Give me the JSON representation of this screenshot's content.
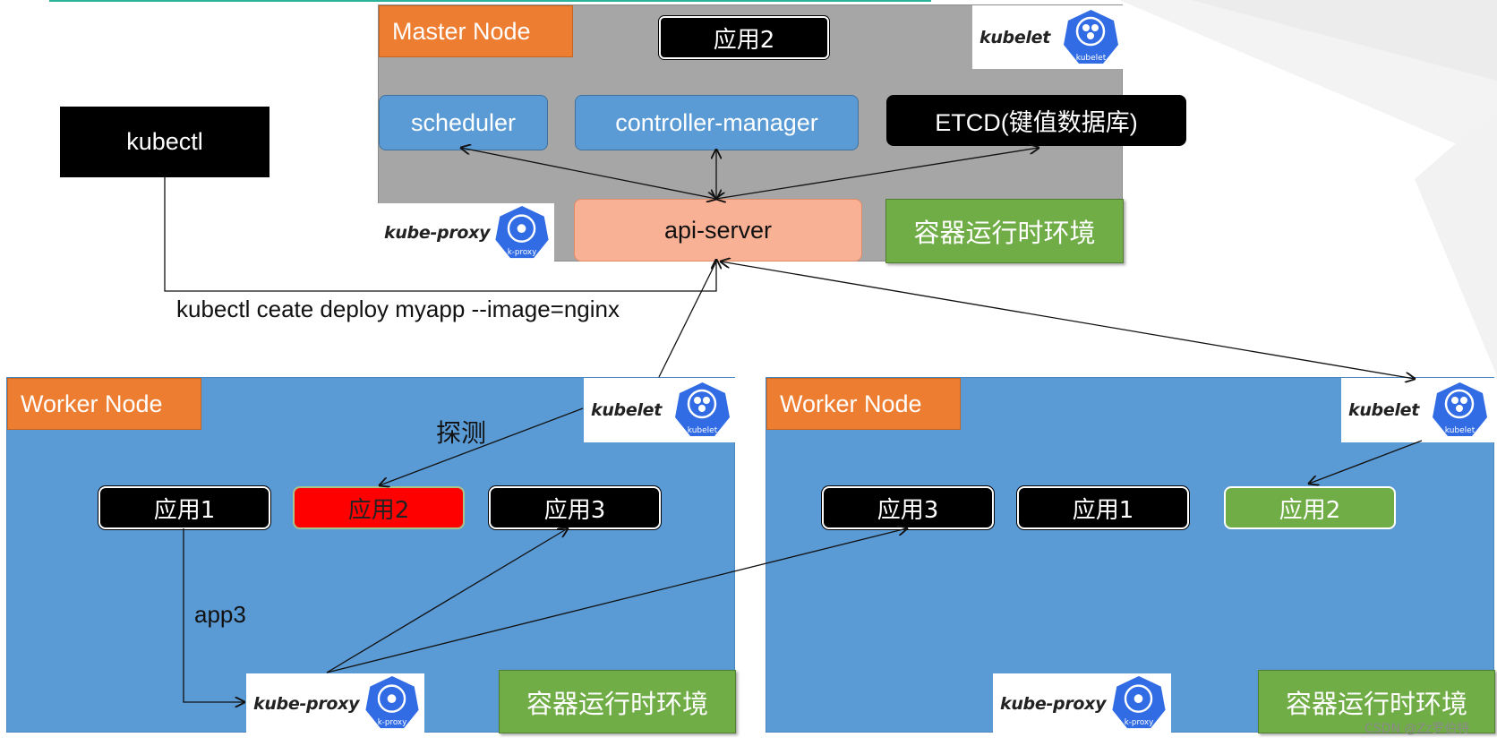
{
  "kubectl": {
    "label": "kubectl"
  },
  "command": "kubectl ceate deploy myapp --image=nginx",
  "master": {
    "title": "Master Node",
    "app": "应用2",
    "scheduler": "scheduler",
    "controller_manager": "controller-manager",
    "etcd": "ETCD(键值数据库)",
    "api_server": "api-server",
    "runtime": "容器运行时环境",
    "kubelet_text": "kubelet",
    "kubelet_icon_text": "kubelet",
    "proxy_text": "kube-proxy",
    "proxy_icon_text": "k-proxy"
  },
  "worker1": {
    "title": "Worker Node",
    "apps": [
      "应用1",
      "应用2",
      "应用3"
    ],
    "probe_label": "探测",
    "route_label": "app3",
    "runtime": "容器运行时环境",
    "kubelet_text": "kubelet",
    "kubelet_icon_text": "kubelet",
    "proxy_text": "kube-proxy",
    "proxy_icon_text": "k-proxy"
  },
  "worker2": {
    "title": "Worker Node",
    "apps": [
      "应用3",
      "应用1",
      "应用2"
    ],
    "runtime": "容器运行时环境",
    "kubelet_text": "kubelet",
    "kubelet_icon_text": "kubelet",
    "proxy_text": "kube-proxy",
    "proxy_icon_text": "k-proxy"
  },
  "colors": {
    "node_gray": "#a6a6a6",
    "node_blue": "#5b9bd5",
    "title_orange": "#ed7d31",
    "runtime_green": "#70ad47",
    "api_salmon": "#f8b195",
    "failed_red": "#ff0000",
    "k8s_blue": "#326ce5"
  },
  "watermark": "CSDN @Zz罗伯特"
}
